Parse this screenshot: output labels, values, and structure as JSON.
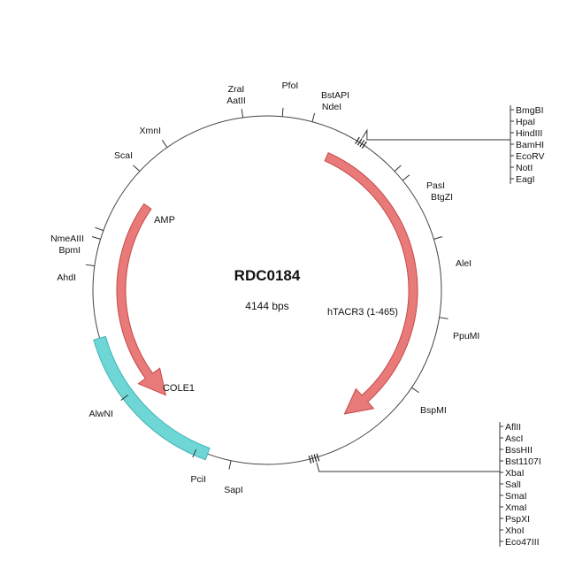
{
  "plasmid": {
    "name": "RDC0184",
    "size_label": "4144 bps"
  },
  "features": [
    {
      "name": "AMP",
      "type": "arrow",
      "start": 305,
      "end": 224,
      "color": "#e87a7a",
      "stroke": "#c84848"
    },
    {
      "name": "hTACR3 (1-465)",
      "type": "arrow",
      "start": 24,
      "end": 148,
      "color": "#e87a7a",
      "stroke": "#c84848"
    },
    {
      "name": "COLE1",
      "type": "box",
      "start": 200,
      "end": 254,
      "color": "#6fd6d6",
      "stroke": "#3fb4b4"
    }
  ],
  "single_sites": [
    {
      "name": "PfoI",
      "angle": 5
    },
    {
      "name": "BstAPI",
      "angle": 15
    },
    {
      "name": "NdeI",
      "angle": 15
    },
    {
      "name": "ZraI",
      "angle": 352
    },
    {
      "name": "AatII",
      "angle": 352
    },
    {
      "name": "XmnI",
      "angle": 325
    },
    {
      "name": "ScaI",
      "angle": 313
    },
    {
      "name": "NmeAIII",
      "angle": 290
    },
    {
      "name": "BpmI",
      "angle": 287
    },
    {
      "name": "AhdI",
      "angle": 278
    },
    {
      "name": "AlwNI",
      "angle": 233
    },
    {
      "name": "PciI",
      "angle": 204
    },
    {
      "name": "SapI",
      "angle": 192
    },
    {
      "name": "PasI",
      "angle": 47
    },
    {
      "name": "BtgZI",
      "angle": 51
    },
    {
      "name": "AleI",
      "angle": 73
    },
    {
      "name": "PpuMI",
      "angle": 99
    },
    {
      "name": "BspMI",
      "angle": 124
    }
  ],
  "site_clusters": [
    {
      "angle": 32,
      "names": [
        "BmgBI",
        "HpaI",
        "HindIII",
        "BamHI",
        "EcoRV",
        "NotI",
        "EagI"
      ]
    },
    {
      "angle": 164,
      "names": [
        "AflII",
        "AscI",
        "BssHII",
        "Bst1107I",
        "XbaI",
        "SalI",
        "SmaI",
        "XmaI",
        "PspXI",
        "XhoI",
        "Eco47III"
      ]
    }
  ]
}
